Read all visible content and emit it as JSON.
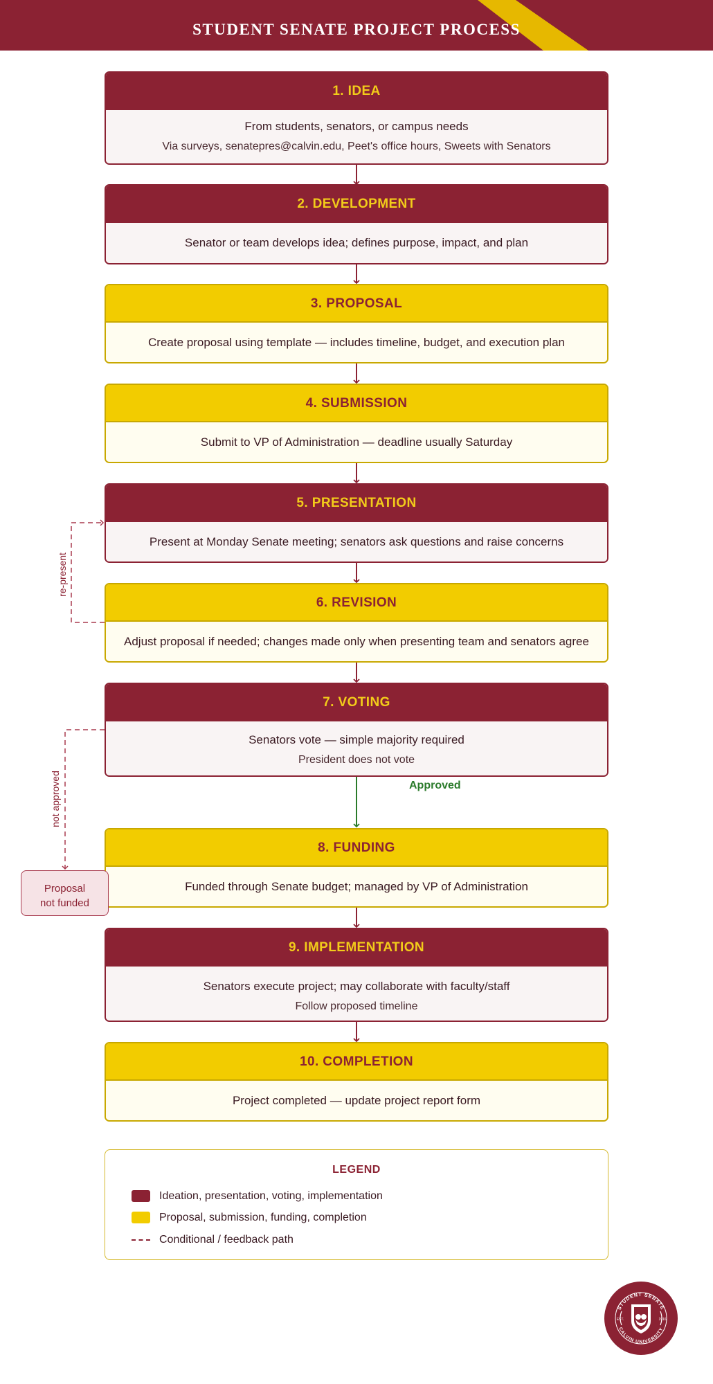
{
  "header": {
    "title": "STUDENT SENATE PROJECT PROCESS"
  },
  "steps": [
    {
      "title": "1. IDEA",
      "line1": "From students, senators, or campus needs",
      "line2": "Via surveys, senatepres@calvin.edu, Peet's office hours, Sweets with Senators",
      "style": "maroon"
    },
    {
      "title": "2. DEVELOPMENT",
      "line1": "Senator or team develops idea; defines purpose, impact, and plan",
      "style": "maroon"
    },
    {
      "title": "3. PROPOSAL",
      "line1": "Create proposal using template — includes timeline, budget, and execution plan",
      "style": "gold"
    },
    {
      "title": "4. SUBMISSION",
      "line1": "Submit to VP of Administration — deadline usually Saturday",
      "style": "gold"
    },
    {
      "title": "5. PRESENTATION",
      "line1": "Present at Monday Senate meeting; senators ask questions and raise concerns",
      "style": "maroon"
    },
    {
      "title": "6. REVISION",
      "line1": "Adjust proposal if needed; changes made only when presenting team and senators agree",
      "style": "gold"
    },
    {
      "title": "7. VOTING",
      "line1": "Senators vote — simple majority required",
      "line2": "President does not vote",
      "style": "maroon"
    },
    {
      "title": "8. FUNDING",
      "line1": "Funded through Senate budget; managed by VP of Administration",
      "style": "gold"
    },
    {
      "title": "9. IMPLEMENTATION",
      "line1": "Senators execute project; may collaborate with faculty/staff",
      "line2": "Follow proposed timeline",
      "style": "maroon"
    },
    {
      "title": "10. COMPLETION",
      "line1": "Project completed — update project report form",
      "style": "gold"
    }
  ],
  "connectors": {
    "approved_label": "Approved",
    "represent_label": "re-present",
    "not_approved_label": "not approved",
    "not_funded_line1": "Proposal",
    "not_funded_line2": "not funded"
  },
  "legend": {
    "title": "LEGEND",
    "items": [
      {
        "swatch": "maroon",
        "label": "Ideation, presentation, voting, implementation"
      },
      {
        "swatch": "gold",
        "label": "Proposal, submission, funding, completion"
      },
      {
        "swatch": "dashed",
        "label": "Conditional / feedback path"
      }
    ]
  },
  "seal": {
    "top_text": "STUDENT SENATE",
    "bottom_text": "CALVIN UNIVERSITY",
    "est_label": "EST.",
    "year": "1916"
  },
  "colors": {
    "maroon": "#8b2233",
    "gold": "#f2cc00",
    "green": "#2a7a2a"
  }
}
